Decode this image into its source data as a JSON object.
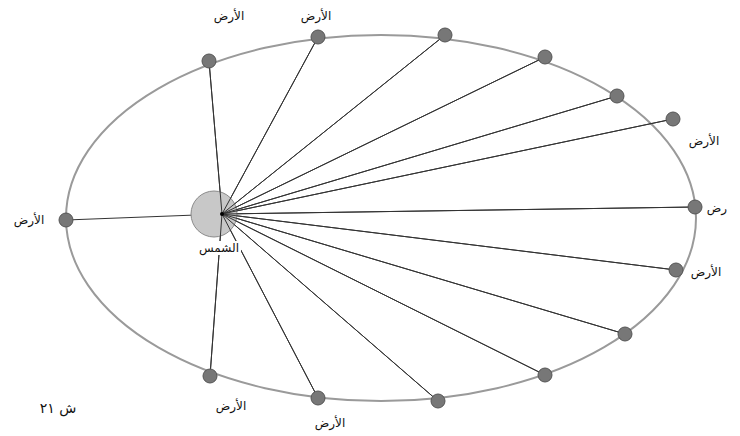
{
  "diagram": {
    "labels": [
      "الأرض",
      "الأرض",
      "الأرض",
      "رض",
      "الأرض",
      "الشمس",
      "الأرض",
      "الأرض",
      "ش ٢١",
      "الأرض"
    ]
  }
}
